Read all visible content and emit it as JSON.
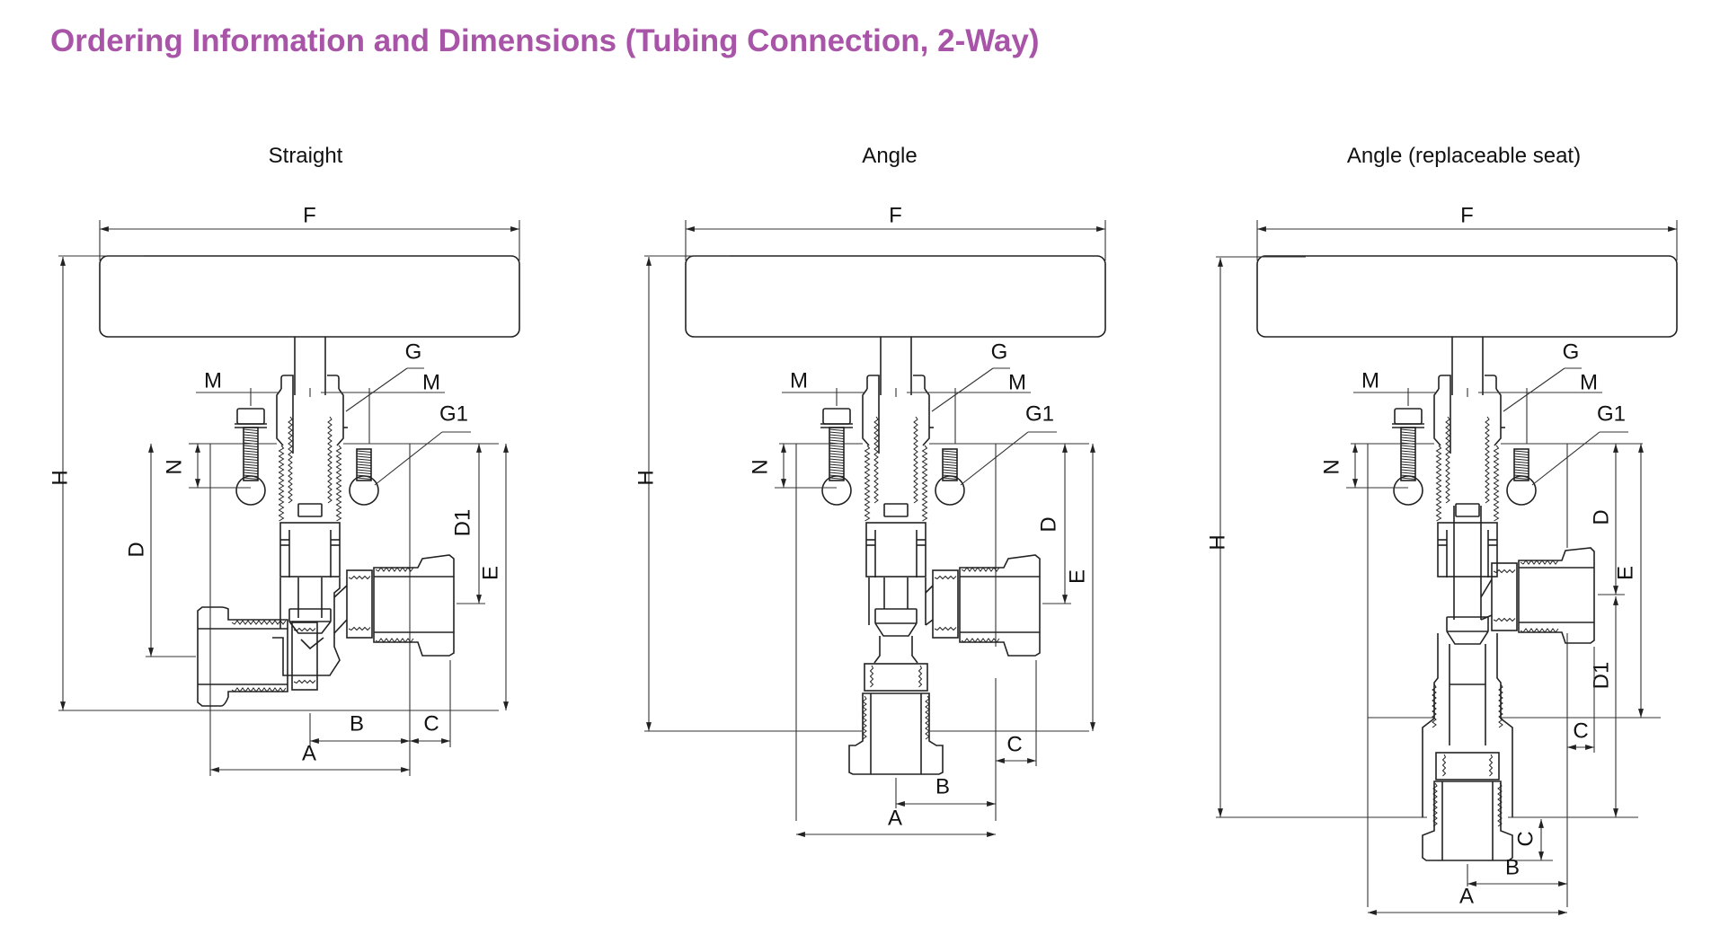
{
  "title": "Ordering Information and Dimensions (Tubing Connection, 2-Way)",
  "colors": {
    "title": "#a855a8",
    "line": "#222222"
  },
  "views": [
    {
      "id": "straight",
      "title": "Straight",
      "type": "straight",
      "labels": {
        "F": "F",
        "H": "H",
        "G": "G",
        "G1": "G1",
        "M_left": "M",
        "M_right": "M",
        "N": "N",
        "D": "D",
        "D1": "D1",
        "E": "E",
        "A": "A",
        "B": "B",
        "C": "C"
      }
    },
    {
      "id": "angle",
      "title": "Angle",
      "type": "angle",
      "labels": {
        "F": "F",
        "H": "H",
        "G": "G",
        "G1": "G1",
        "M_left": "M",
        "M_right": "M",
        "N": "N",
        "D": "D",
        "E": "E",
        "A": "A",
        "B": "B",
        "C": "C"
      }
    },
    {
      "id": "angle-replaceable-seat",
      "title": "Angle (replaceable seat)",
      "type": "angle-seat",
      "labels": {
        "F": "F",
        "H": "H",
        "G": "G",
        "G1": "G1",
        "M_left": "M",
        "M_right": "M",
        "N": "N",
        "D": "D",
        "D1": "D1",
        "E": "E",
        "A": "A",
        "B": "B",
        "C_side": "C",
        "C_bottom": "C"
      }
    }
  ]
}
